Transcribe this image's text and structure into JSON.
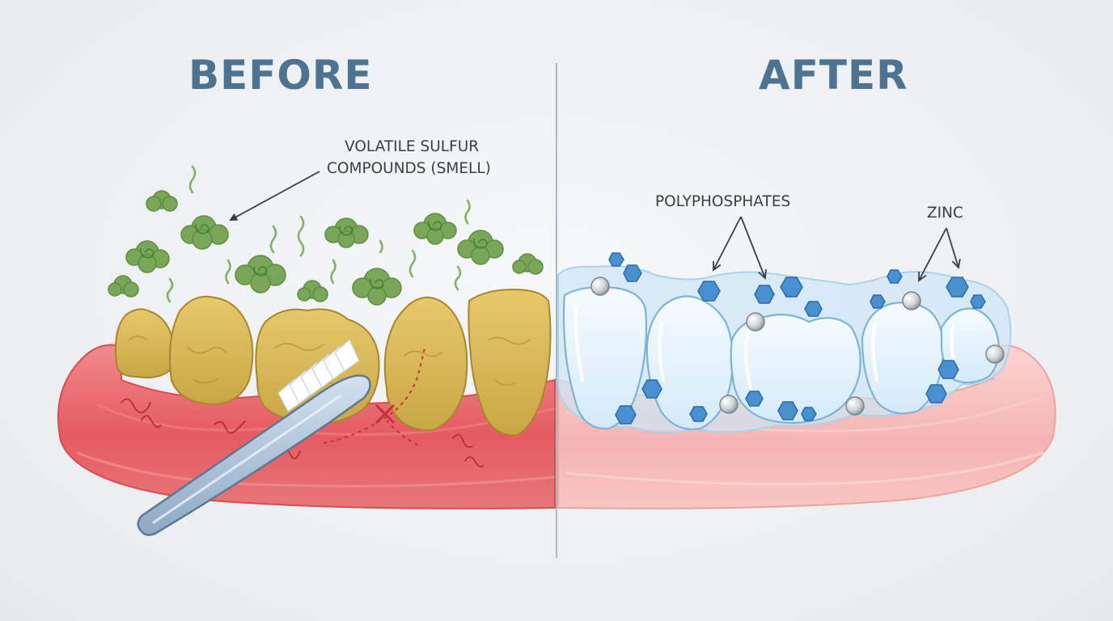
{
  "before": {
    "heading": "BEFORE",
    "callout_line1": "VOLATILE SULFUR",
    "callout_line2": "COMPOUNDS (SMELL)"
  },
  "after": {
    "heading": "AFTER",
    "label_polyphosphates": "POLYPHOSPHATES",
    "label_zinc": "ZINC"
  },
  "colors": {
    "heading": "#4d7390",
    "stained_tooth": "#d8b95a",
    "smell_cloud": "#7aa85c",
    "inflamed_gum": "#e0575c",
    "healthy_gum": "#f3b7b3",
    "clean_tooth": "#e4f2fb",
    "polyphosphate": "#3e86c9",
    "zinc": "#c9cdd1",
    "divider": "#a9b8c4"
  }
}
